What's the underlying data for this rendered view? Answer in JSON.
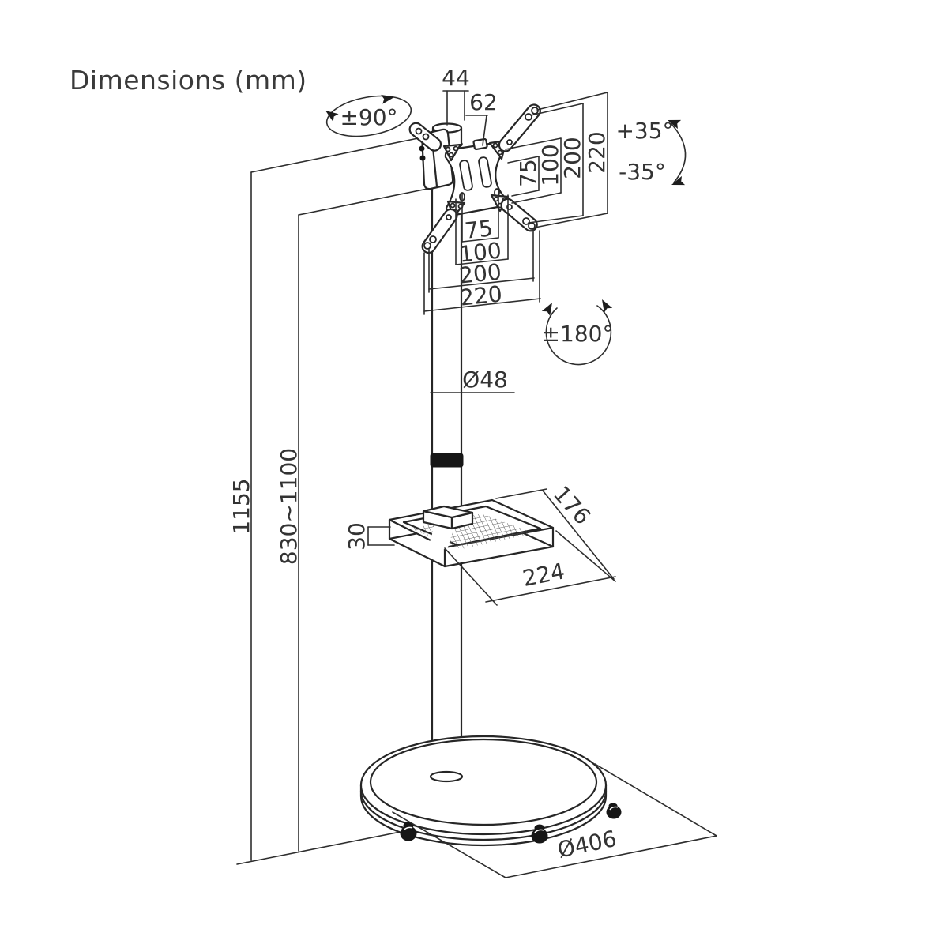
{
  "title": "Dimensions (mm)",
  "colors": {
    "line": "#262626",
    "text": "#333333",
    "background": "#ffffff"
  },
  "rotation": {
    "swivel": "±90°",
    "tilt_up": "+35°",
    "tilt_down": "-35°",
    "pivot": "±180°"
  },
  "vesa": {
    "head_top_width": "44",
    "head_top_offset": "62",
    "vertical": [
      "75",
      "100",
      "200",
      "220"
    ],
    "horizontal": [
      "75",
      "100",
      "200",
      "220"
    ]
  },
  "pole": {
    "diameter": "Ø48"
  },
  "heights": {
    "total": "1155",
    "range": "830~1100"
  },
  "shelf": {
    "thickness": "30",
    "depth": "176",
    "width": "224"
  },
  "base": {
    "diameter": "Ø406"
  }
}
